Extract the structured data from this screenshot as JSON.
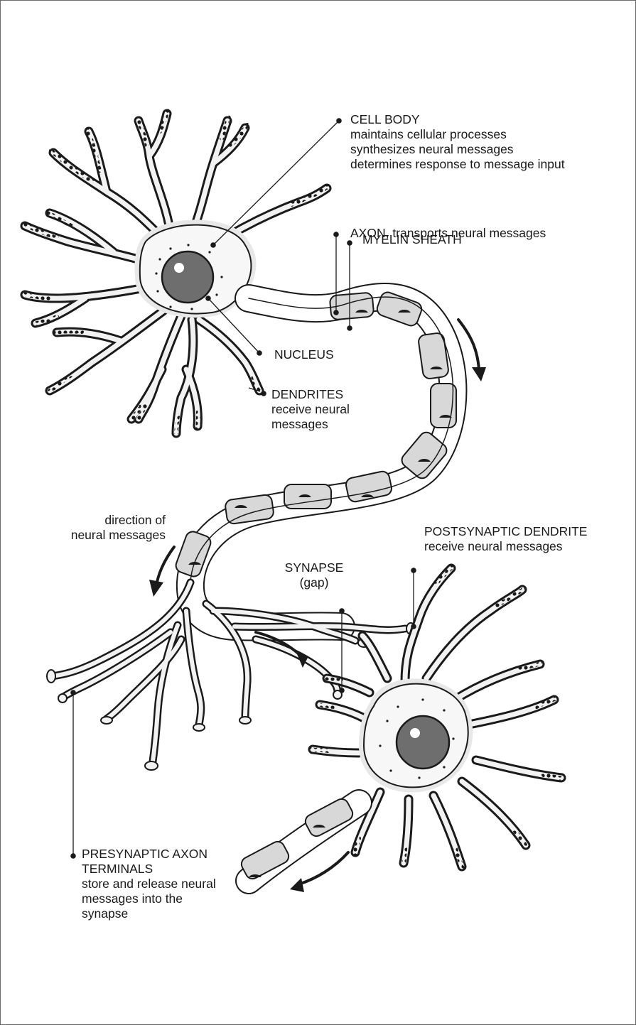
{
  "labels": {
    "cell_body": {
      "title": "CELL BODY",
      "lines": [
        "maintains cellular processes",
        "synthesizes neural messages",
        "determines response to message input"
      ]
    },
    "axon": {
      "title": "AXON, transports neural messages"
    },
    "myelin_sheath": {
      "title": "MYELIN SHEATH"
    },
    "nucleus": {
      "title": "NUCLEUS"
    },
    "dendrites": {
      "title": "DENDRITES",
      "lines": [
        "receive neural",
        "messages"
      ]
    },
    "direction": {
      "lines": [
        "direction of",
        "neural messages"
      ]
    },
    "postsynaptic_dendrite": {
      "title": "POSTSYNAPTIC DENDRITE",
      "lines": [
        "receive neural messages"
      ]
    },
    "synapse": {
      "title": "SYNAPSE",
      "lines": [
        "(gap)"
      ]
    },
    "presynaptic_axon_terminals": {
      "lines": [
        "PRESYNAPTIC AXON",
        "TERMINALS",
        "store and release neural",
        "messages into the",
        "synapse"
      ]
    }
  },
  "colors": {
    "ink": "#1a1a1a",
    "membrane": "#f2f2f2",
    "myelin": "#d8d8d8",
    "nucleus": "#6e6e6e",
    "glow": "#e8e8e8"
  }
}
